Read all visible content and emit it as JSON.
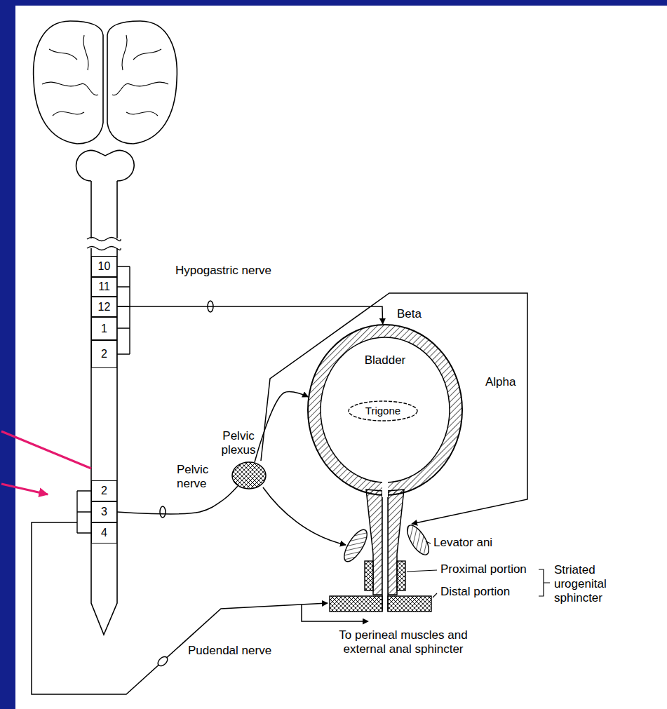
{
  "diagram": {
    "nodes": [
      {
        "text": [
          "10"
        ]
      },
      {
        "text": [
          "11"
        ]
      },
      {
        "text": [
          "12"
        ]
      },
      {
        "text": [
          "1"
        ]
      },
      {
        "text": [
          "2"
        ]
      },
      {
        "text": [
          "2"
        ]
      },
      {
        "text": [
          "3"
        ]
      },
      {
        "text": [
          "4"
        ]
      },
      {
        "text": [
          "Pelvic plexus"
        ]
      },
      {
        "text": [
          "Bladder"
        ]
      },
      {
        "text": [
          "Trigone"
        ],
        "in": 9
      }
    ],
    "edges": [
      {
        "from": 2,
        "to": 9,
        "arrow": "to",
        "label": "Hypogastric nerve"
      },
      {
        "from": 6,
        "to": 8,
        "arrow": "none",
        "label": "Pelvic nerve"
      },
      {
        "from": 8,
        "to": 9,
        "arrow": "to"
      }
    ],
    "labels": [
      "Beta",
      "Alpha",
      "Levator ani",
      "Proximal portion",
      "Distal portion",
      "Striated urogenital sphincter",
      "To perineal muscles and external anal sphincter",
      "Pudendal nerve"
    ]
  }
}
